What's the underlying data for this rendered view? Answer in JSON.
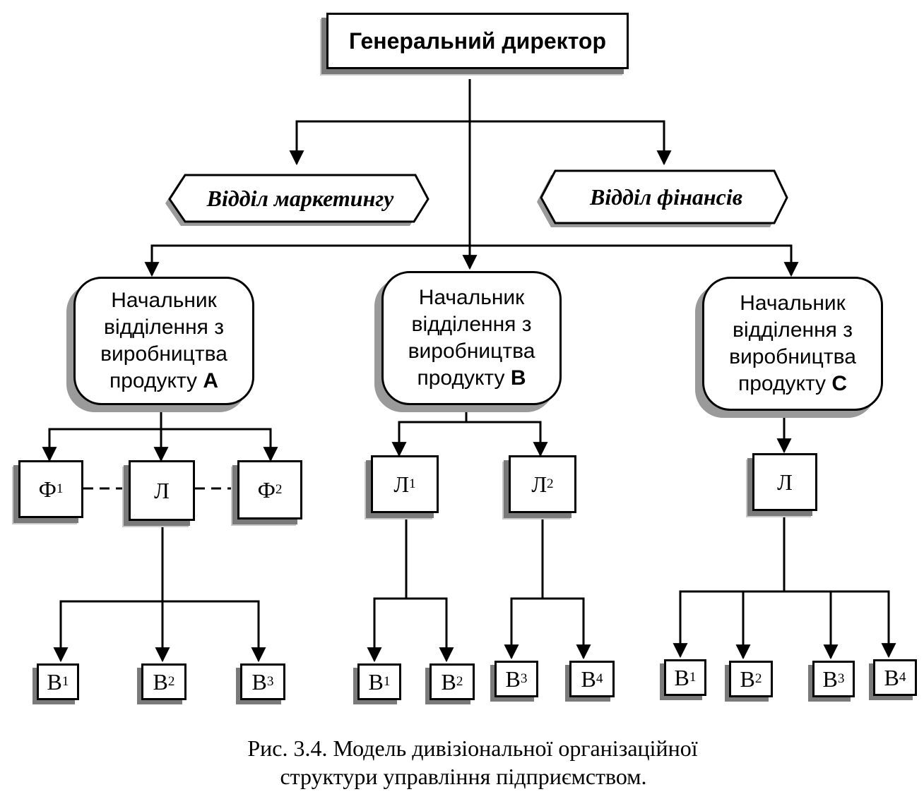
{
  "director": {
    "label": "Генеральний директор"
  },
  "departments": [
    {
      "id": "marketing",
      "label": "Відділ маркетингу"
    },
    {
      "id": "finance",
      "label": "Відділ фінансів"
    }
  ],
  "division_heads": [
    {
      "id": "A",
      "lines": [
        "Начальник",
        "відділення з",
        "виробництва",
        "продукту"
      ],
      "product": "А"
    },
    {
      "id": "B",
      "lines": [
        "Начальник",
        "відділення з",
        "виробництва",
        "продукту"
      ],
      "product": "В"
    },
    {
      "id": "C",
      "lines": [
        "Начальник",
        "відділення з",
        "виробництва",
        "продукту"
      ],
      "product": "С"
    }
  ],
  "level_units": [
    {
      "id": "A-F1",
      "base": "Ф",
      "sub": "1"
    },
    {
      "id": "A-L",
      "base": "Л",
      "sub": ""
    },
    {
      "id": "A-F2",
      "base": "Ф",
      "sub": "2"
    },
    {
      "id": "B-L1",
      "base": "Л",
      "sub": "1"
    },
    {
      "id": "B-L2",
      "base": "Л",
      "sub": "2"
    },
    {
      "id": "C-L",
      "base": "Л",
      "sub": ""
    }
  ],
  "leaf_units": [
    {
      "id": "A-B1",
      "base": "В",
      "sub": "1"
    },
    {
      "id": "A-B2",
      "base": "В",
      "sub": "2"
    },
    {
      "id": "A-B3",
      "base": "В",
      "sub": "3"
    },
    {
      "id": "B-B1",
      "base": "В",
      "sub": "1"
    },
    {
      "id": "B-B2",
      "base": "В",
      "sub": "2"
    },
    {
      "id": "B-B3",
      "base": "В",
      "sub": "3"
    },
    {
      "id": "B-B4",
      "base": "В",
      "sub": "4"
    },
    {
      "id": "C-B1",
      "base": "В",
      "sub": "1"
    },
    {
      "id": "C-B2",
      "base": "В",
      "sub": "2"
    },
    {
      "id": "C-B3",
      "base": "В",
      "sub": "3"
    },
    {
      "id": "C-B4",
      "base": "В",
      "sub": "4"
    }
  ],
  "caption": {
    "line1": "Рис. 3.4. Модель дивізіональної організаційної",
    "line2": "структури управління підприємством."
  }
}
